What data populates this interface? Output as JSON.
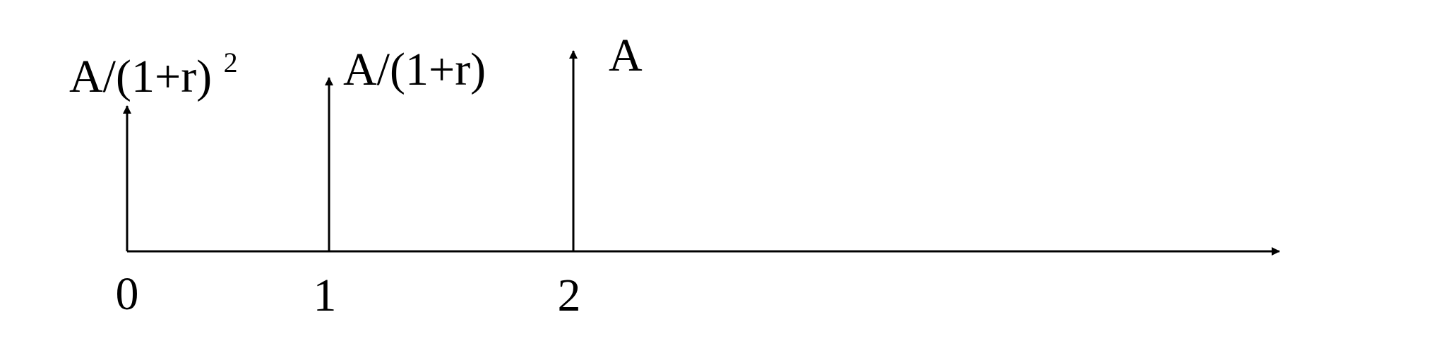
{
  "colors": {
    "stroke": "#000000",
    "background": "#ffffff"
  },
  "timeline": {
    "ticks": [
      "0",
      "1",
      "2"
    ]
  },
  "cash_flows": [
    {
      "base": "A/(1+r)",
      "exponent": "2"
    },
    {
      "base": "A/(1+r)",
      "exponent": ""
    },
    {
      "base": "A",
      "exponent": ""
    }
  ]
}
